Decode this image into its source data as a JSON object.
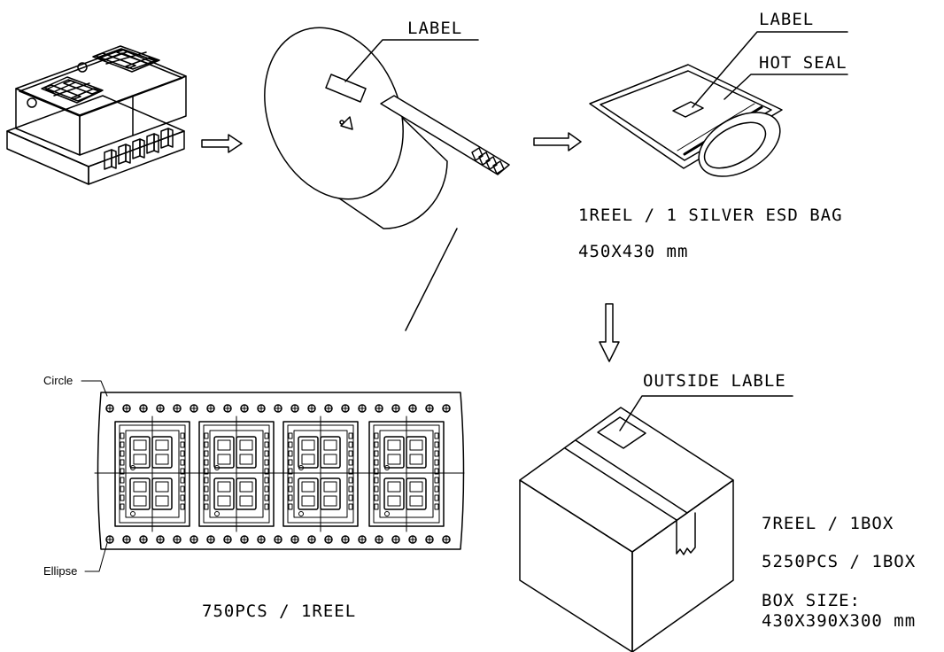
{
  "labels": {
    "reel_label": "LABEL",
    "bag_label": "LABEL",
    "hot_seal": "HOT SEAL",
    "bag_caption_line1": "1REEL / 1 SILVER ESD BAG",
    "bag_caption_line2": "450X430 mm",
    "outside_label": "OUTSIDE LABLE",
    "tape_circle": "Circle",
    "tape_ellipse": "Ellipse",
    "reel_quantity": "750PCS / 1REEL",
    "box_reels": "7REEL / 1BOX",
    "box_pieces": "5250PCS / 1BOX",
    "box_size_title": "BOX SIZE:",
    "box_size_value": "430X390X300 mm"
  },
  "colors": {
    "line": "#000000",
    "background": "#ffffff"
  }
}
